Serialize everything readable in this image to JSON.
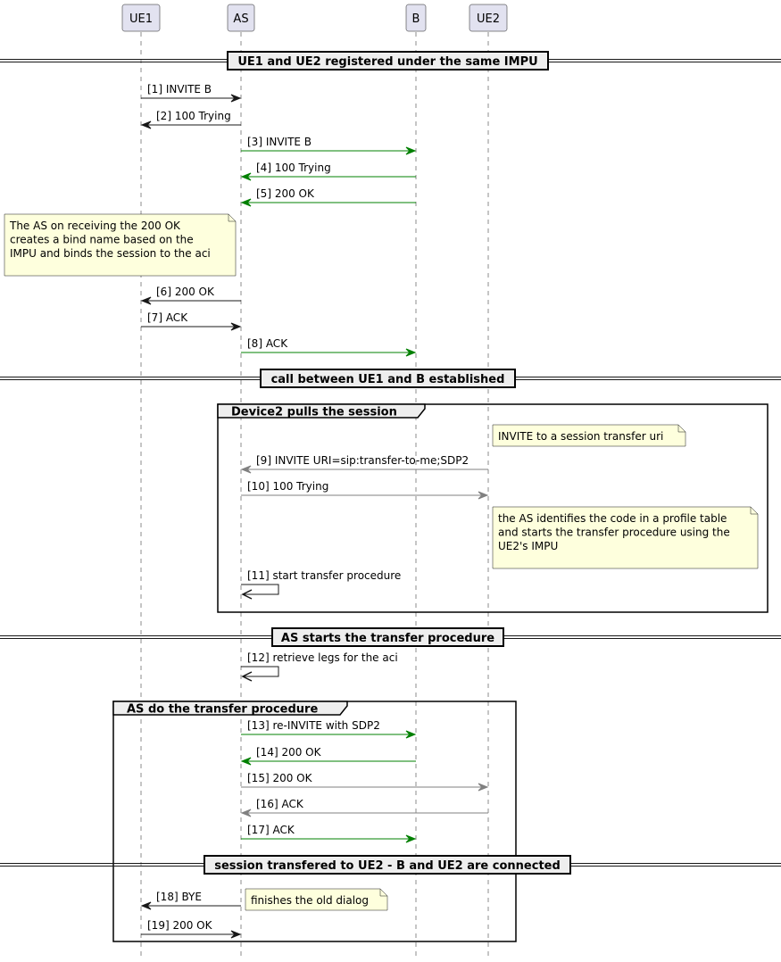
{
  "participants": [
    {
      "id": "UE1",
      "label": "UE1"
    },
    {
      "id": "AS",
      "label": "AS"
    },
    {
      "id": "B",
      "label": "B"
    },
    {
      "id": "UE2",
      "label": "UE2"
    }
  ],
  "dividers": [
    "UE1 and UE2 registered under the same IMPU",
    "call between UE1 and B established",
    "AS starts the transfer procedure",
    "session transfered to UE2 - B and UE2 are connected"
  ],
  "groups": [
    "Device2 pulls the session",
    "AS do the transfer procedure"
  ],
  "messages": [
    {
      "from": "UE1",
      "to": "AS",
      "label": "[1] INVITE B",
      "color": "#181818"
    },
    {
      "from": "AS",
      "to": "UE1",
      "label": "[2] 100 Trying",
      "color": "#181818"
    },
    {
      "from": "AS",
      "to": "B",
      "label": "[3] INVITE B",
      "color": "#008000"
    },
    {
      "from": "B",
      "to": "AS",
      "label": "[4] 100 Trying",
      "color": "#008000"
    },
    {
      "from": "B",
      "to": "AS",
      "label": "[5] 200 OK",
      "color": "#008000"
    },
    {
      "from": "AS",
      "to": "UE1",
      "label": "[6] 200 OK",
      "color": "#181818"
    },
    {
      "from": "UE1",
      "to": "AS",
      "label": "[7] ACK",
      "color": "#181818"
    },
    {
      "from": "AS",
      "to": "B",
      "label": "[8] ACK",
      "color": "#008000"
    },
    {
      "from": "UE2",
      "to": "AS",
      "label": "[9] INVITE URI=sip:transfer-to-me;SDP2",
      "color": "#808080"
    },
    {
      "from": "AS",
      "to": "UE2",
      "label": "[10] 100 Trying",
      "color": "#808080"
    },
    {
      "from": "AS",
      "to": "AS",
      "label": "[11] start transfer procedure",
      "color": "#181818"
    },
    {
      "from": "AS",
      "to": "AS",
      "label": "[12] retrieve legs for the aci",
      "color": "#181818"
    },
    {
      "from": "AS",
      "to": "B",
      "label": "[13] re-INVITE with SDP2",
      "color": "#008000"
    },
    {
      "from": "B",
      "to": "AS",
      "label": "[14] 200 OK",
      "color": "#008000"
    },
    {
      "from": "AS",
      "to": "UE2",
      "label": "[15] 200 OK",
      "color": "#808080"
    },
    {
      "from": "UE2",
      "to": "AS",
      "label": "[16] ACK",
      "color": "#808080"
    },
    {
      "from": "AS",
      "to": "B",
      "label": "[17] ACK",
      "color": "#008000"
    },
    {
      "from": "AS",
      "to": "UE1",
      "label": "[18] BYE",
      "color": "#181818"
    },
    {
      "from": "UE1",
      "to": "AS",
      "label": "[19] 200 OK",
      "color": "#181818"
    }
  ],
  "notes": [
    {
      "lines": [
        "The AS on receiving the 200 OK",
        "creates a bind name based on the",
        "IMPU and binds the session to the aci"
      ]
    },
    {
      "lines": [
        "INVITE to a session transfer uri"
      ]
    },
    {
      "lines": [
        "the AS identifies the code in a profile table",
        "and starts the transfer procedure using the",
        "UE2's IMPU"
      ]
    },
    {
      "lines": [
        "finishes the old dialog"
      ]
    }
  ],
  "colors": {
    "participant_fill": "#E2E2F0",
    "participant_border": "#181818",
    "note_fill": "#FEFFDD",
    "note_border": "#181818",
    "divider_fill": "#EEEEEE",
    "group_header_fill": "#EEEEEE",
    "lifeline": "#181818"
  }
}
